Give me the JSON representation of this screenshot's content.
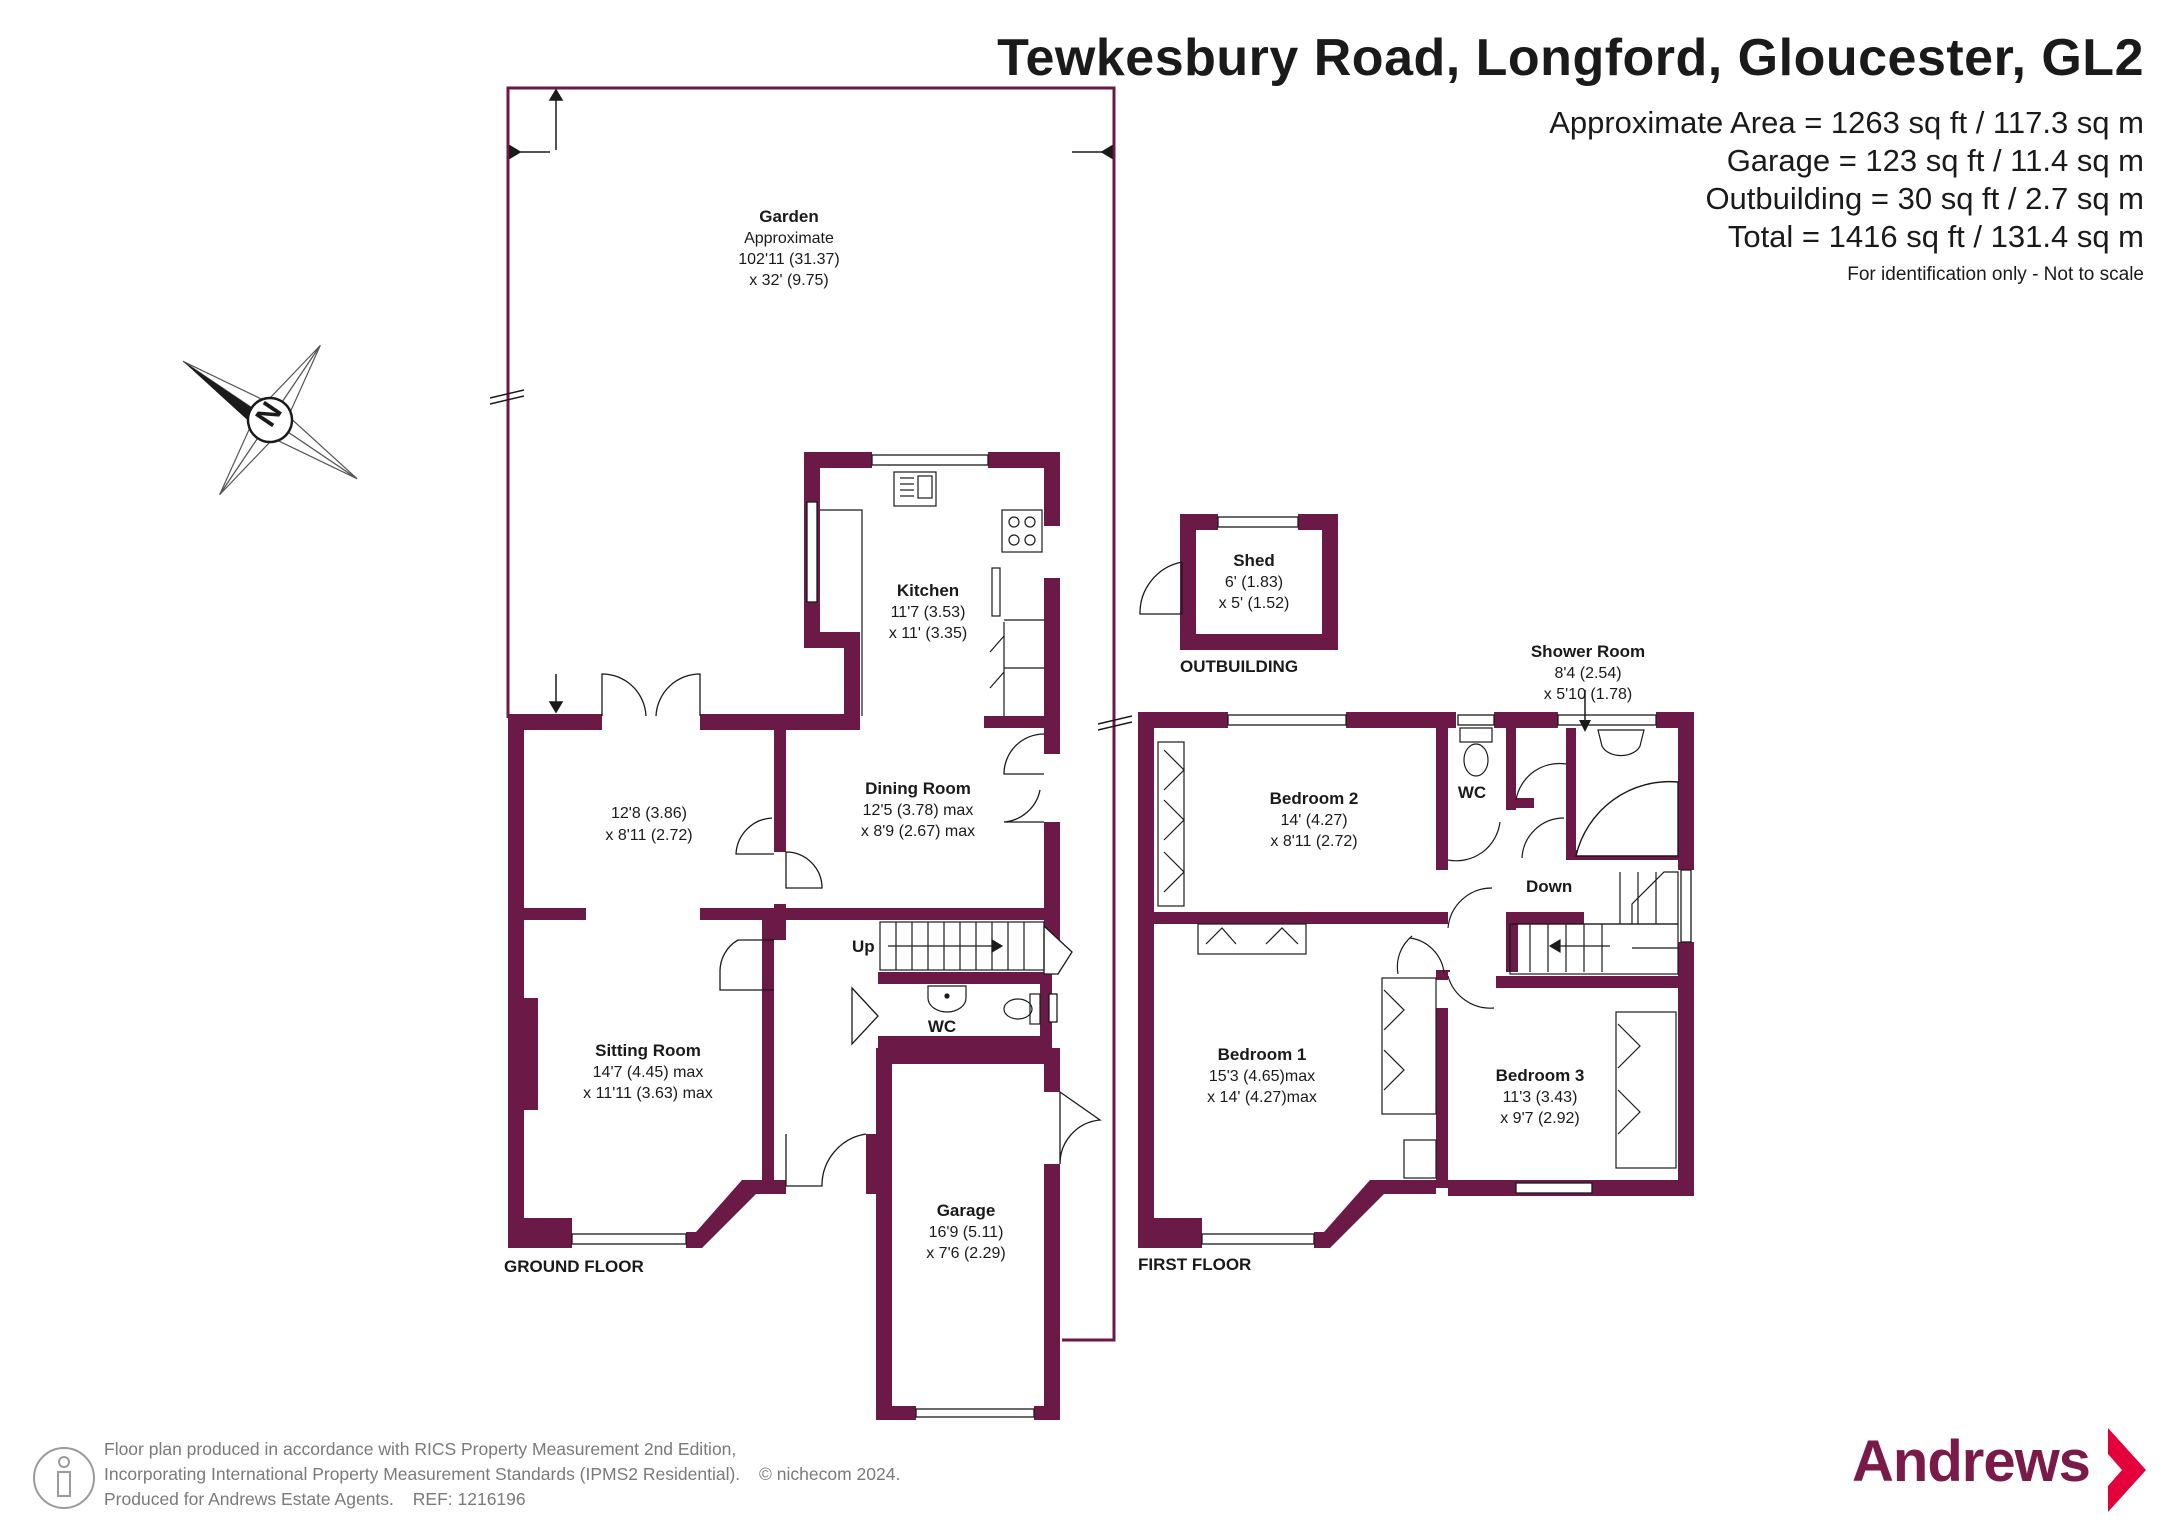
{
  "header": {
    "title": "Tewkesbury Road, Longford, Gloucester, GL2",
    "areas": [
      "Approximate Area = 1263 sq ft / 117.3 sq m",
      "Garage = 123 sq ft / 11.4 sq m",
      "Outbuilding = 30 sq ft / 2.7 sq m",
      "Total = 1416 sq ft / 131.4 sq m"
    ],
    "disclaimer": "For identification only - Not to scale"
  },
  "compass": {
    "letter": "N"
  },
  "ground_floor": {
    "label": "GROUND FLOOR",
    "garden": {
      "name": "Garden",
      "l1": "Approximate",
      "l2": "102'11 (31.37)",
      "l3": "x 32' (9.75)"
    },
    "kitchen": {
      "name": "Kitchen",
      "l1": "11'7 (3.53)",
      "l2": "x 11' (3.35)"
    },
    "room_a": {
      "l1": "12'8 (3.86)",
      "l2": "x 8'11 (2.72)"
    },
    "dining": {
      "name": "Dining Room",
      "l1": "12'5 (3.78) max",
      "l2": "x 8'9 (2.67) max"
    },
    "sitting": {
      "name": "Sitting Room",
      "l1": "14'7 (4.45) max",
      "l2": "x 11'11 (3.63) max"
    },
    "wc": "WC",
    "up": "Up",
    "garage": {
      "name": "Garage",
      "l1": "16'9 (5.11)",
      "l2": "x 7'6 (2.29)"
    }
  },
  "outbuilding": {
    "label": "OUTBUILDING",
    "shed": {
      "name": "Shed",
      "l1": "6' (1.83)",
      "l2": "x 5' (1.52)"
    }
  },
  "first_floor": {
    "label": "FIRST FLOOR",
    "shower": {
      "name": "Shower Room",
      "l1": "8'4 (2.54)",
      "l2": "x 5'10 (1.78)"
    },
    "bed2": {
      "name": "Bedroom 2",
      "l1": "14' (4.27)",
      "l2": "x 8'11 (2.72)"
    },
    "wc": "WC",
    "down": "Down",
    "bed1": {
      "name": "Bedroom 1",
      "l1": "15'3 (4.65)max",
      "l2": "x 14' (4.27)max"
    },
    "bed3": {
      "name": "Bedroom 3",
      "l1": "11'3 (3.43)",
      "l2": "x 9'7 (2.92)"
    }
  },
  "footer": {
    "line1": "Floor plan produced in accordance with RICS Property Measurement 2nd Edition,",
    "line2": "Incorporating International Property Measurement Standards (IPMS2 Residential).",
    "copyright": "© nichecom 2024.",
    "line3": "Produced for Andrews Estate Agents.",
    "ref": "REF: 1216196",
    "brand": "Andrews"
  },
  "colors": {
    "wall": "#6b1a48",
    "brand": "#7a1a48",
    "accent": "#e4003a"
  }
}
